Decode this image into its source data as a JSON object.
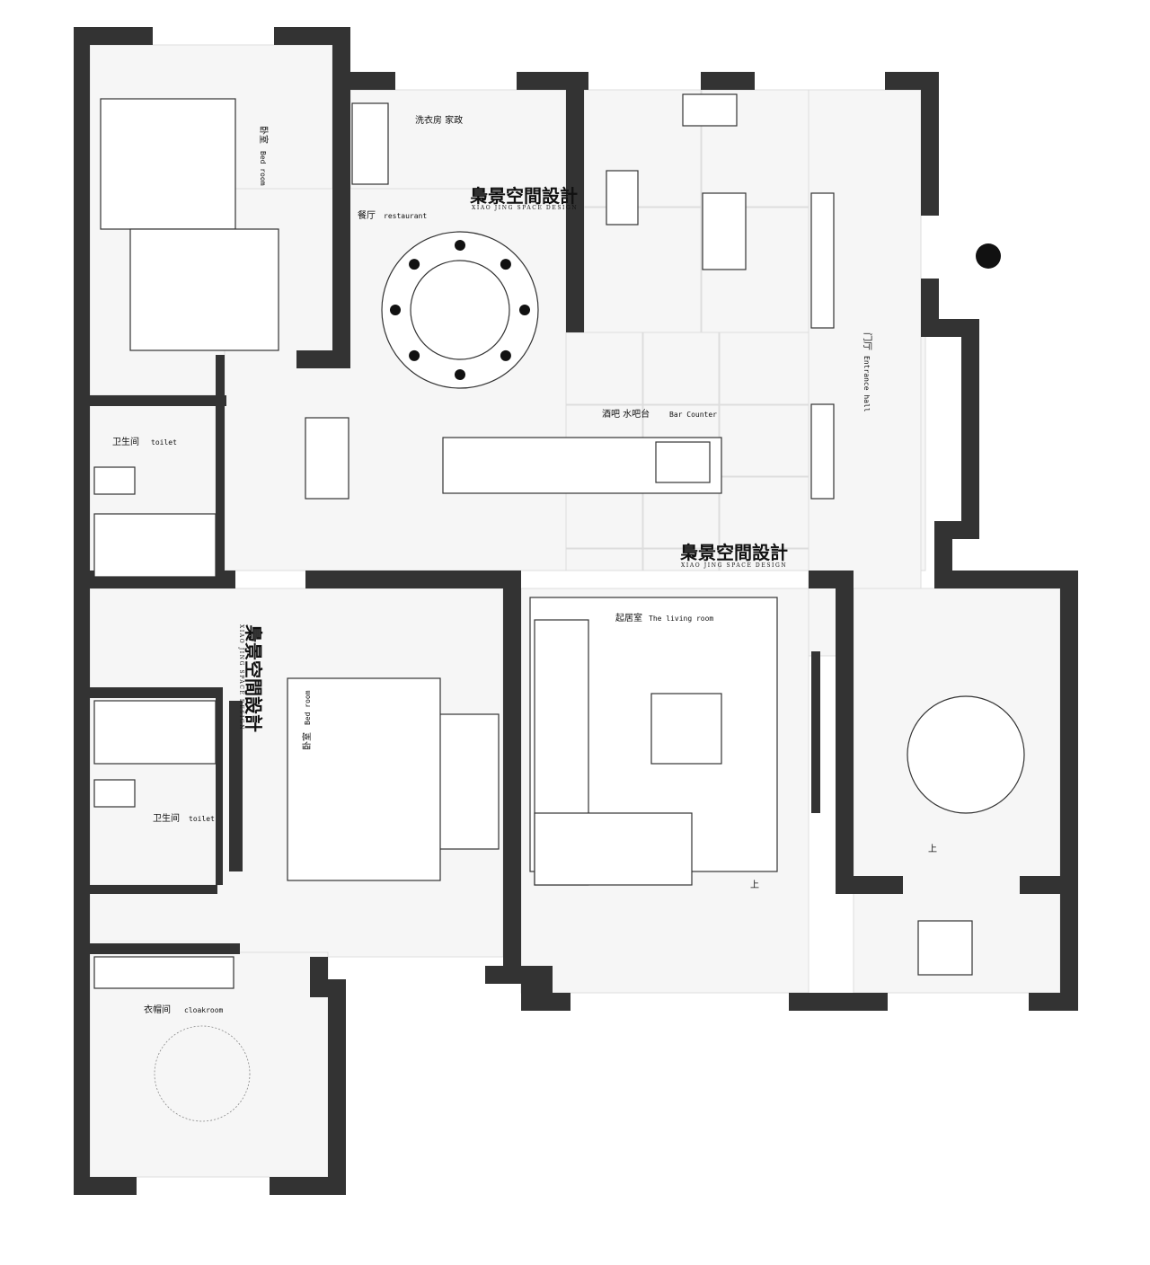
{
  "plan": {
    "rooms": {
      "bedroom_top": {
        "cn": "卧室",
        "en": "Bed room"
      },
      "laundry": {
        "cn": "洗衣房 家政"
      },
      "dining": {
        "cn": "餐厅",
        "en": "restaurant"
      },
      "toilet_top": {
        "cn": "卫生间",
        "en": "toilet"
      },
      "bar": {
        "cn": "酒吧 水吧台",
        "en": "Bar Counter"
      },
      "entrance": {
        "cn": "门厅",
        "en": "Entrance hall"
      },
      "living": {
        "cn": "起居室",
        "en": "The living room"
      },
      "bedroom_mid": {
        "cn": "卧室",
        "en": "Bed room"
      },
      "toilet_bottom": {
        "cn": "卫生间",
        "en": "toilet"
      },
      "cloakroom": {
        "cn": "衣帽间",
        "en": "cloakroom"
      }
    },
    "stairs_up": [
      "上",
      "上"
    ],
    "watermark": {
      "cn": "梟景空間設計",
      "en": "XIAO JING SPACE DESIGN"
    }
  },
  "colors": {
    "wall": "#333333",
    "floor": "#f6f6f6"
  }
}
